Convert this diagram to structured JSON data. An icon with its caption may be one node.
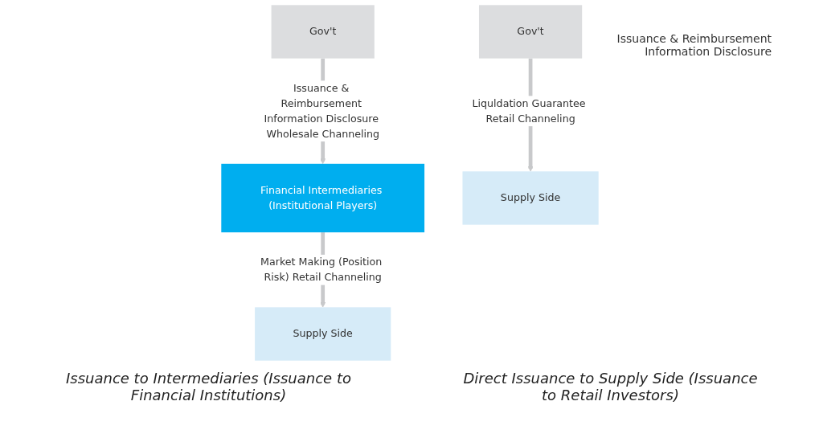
{
  "diagram": {
    "nodes": [
      {
        "text": [
          "Gov't"
        ]
      },
      {
        "text": [
          "Financial Intermediaries (Institutional Players)"
        ]
      },
      {
        "text": [
          "Supply Side"
        ]
      },
      {
        "text": [
          "Gov't"
        ]
      },
      {
        "text": [
          "Supply Side"
        ]
      }
    ],
    "edges": [
      {
        "from": 0,
        "to": 1,
        "arrow": "to",
        "label": "Issuance & Reimbursement Information Disclosure Wholesale Channeling"
      },
      {
        "from": 1,
        "to": 2,
        "arrow": "to",
        "label": "Market Making (Position Risk) Retail Channeling"
      },
      {
        "from": 3,
        "to": 4,
        "arrow": "to",
        "label": "Liquldation Guarantee Retail Channeling"
      }
    ],
    "labels": [
      "Issuance & Reimbursement Information Disclosure",
      "Issuance to Intermediaries (Issuance to Financial Institutions)",
      "Direct Issuance to Supply Side (Issuance to Retail Investors)"
    ]
  }
}
